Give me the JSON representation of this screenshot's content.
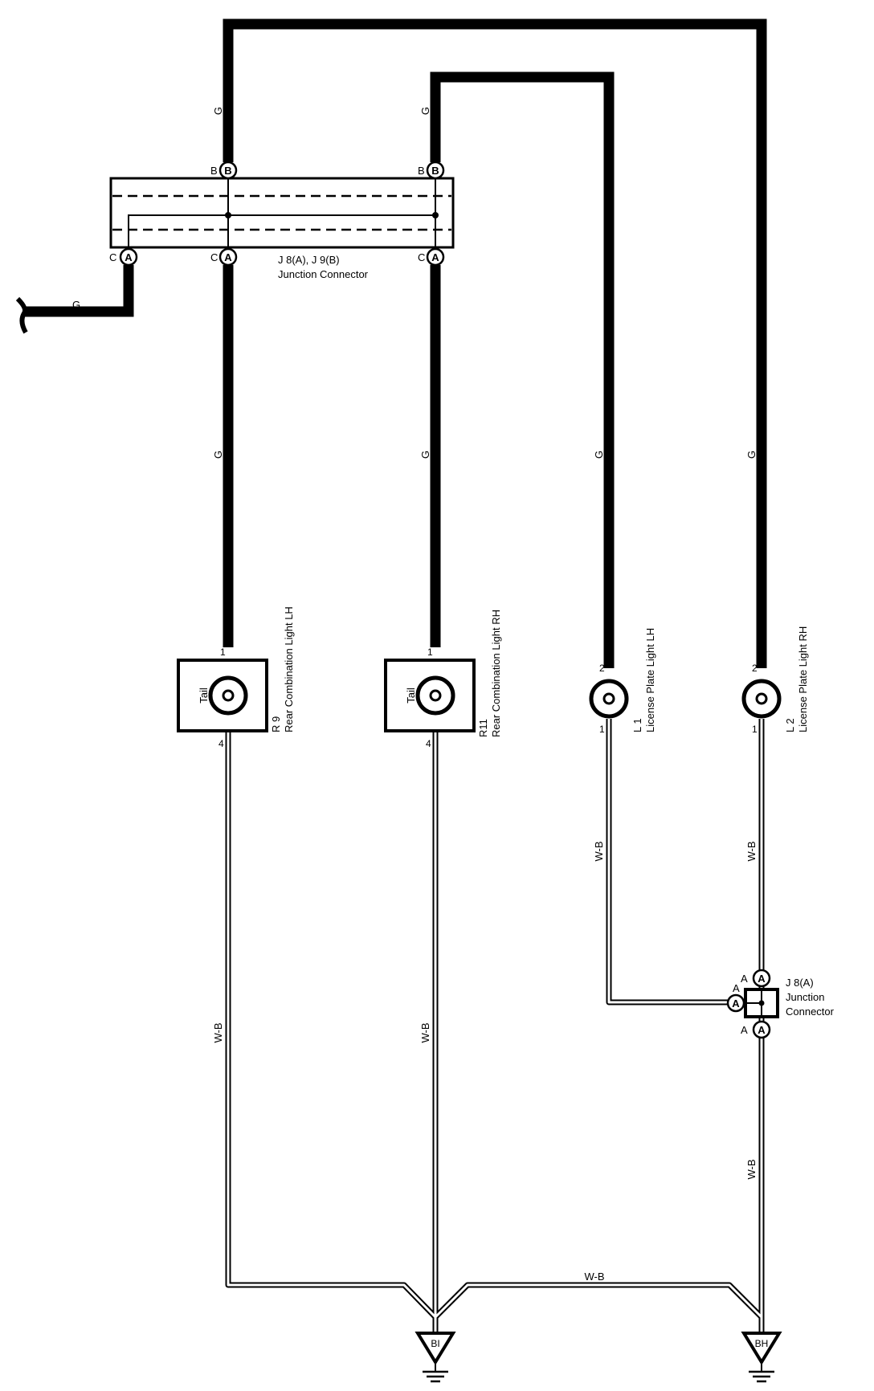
{
  "wire_colors": {
    "green": "G",
    "white_black": "W-B"
  },
  "junction_top": {
    "label_line1": "J 8(A), J 9(B)",
    "label_line2": "Junction Connector",
    "pin_b": "B",
    "pin_a": "A",
    "pin_c": "C"
  },
  "components": {
    "r9": {
      "ref": "R 9",
      "name": "Rear Combination Light LH",
      "bulb": "Tail",
      "pin_in": "1",
      "pin_out": "4"
    },
    "r11": {
      "ref": "R11",
      "name": "Rear Combination Light RH",
      "bulb": "Tail",
      "pin_in": "1",
      "pin_out": "4"
    },
    "l1": {
      "ref": "L 1",
      "name": "License Plate Light LH",
      "pin_in": "2",
      "pin_out": "1"
    },
    "l2": {
      "ref": "L 2",
      "name": "License Plate Light RH",
      "pin_in": "2",
      "pin_out": "1"
    }
  },
  "junction_bottom": {
    "label_line1": "J 8(A)",
    "label_line2": "Junction",
    "label_line3": "Connector",
    "pin": "A"
  },
  "grounds": {
    "bi": "BI",
    "bh": "BH"
  }
}
